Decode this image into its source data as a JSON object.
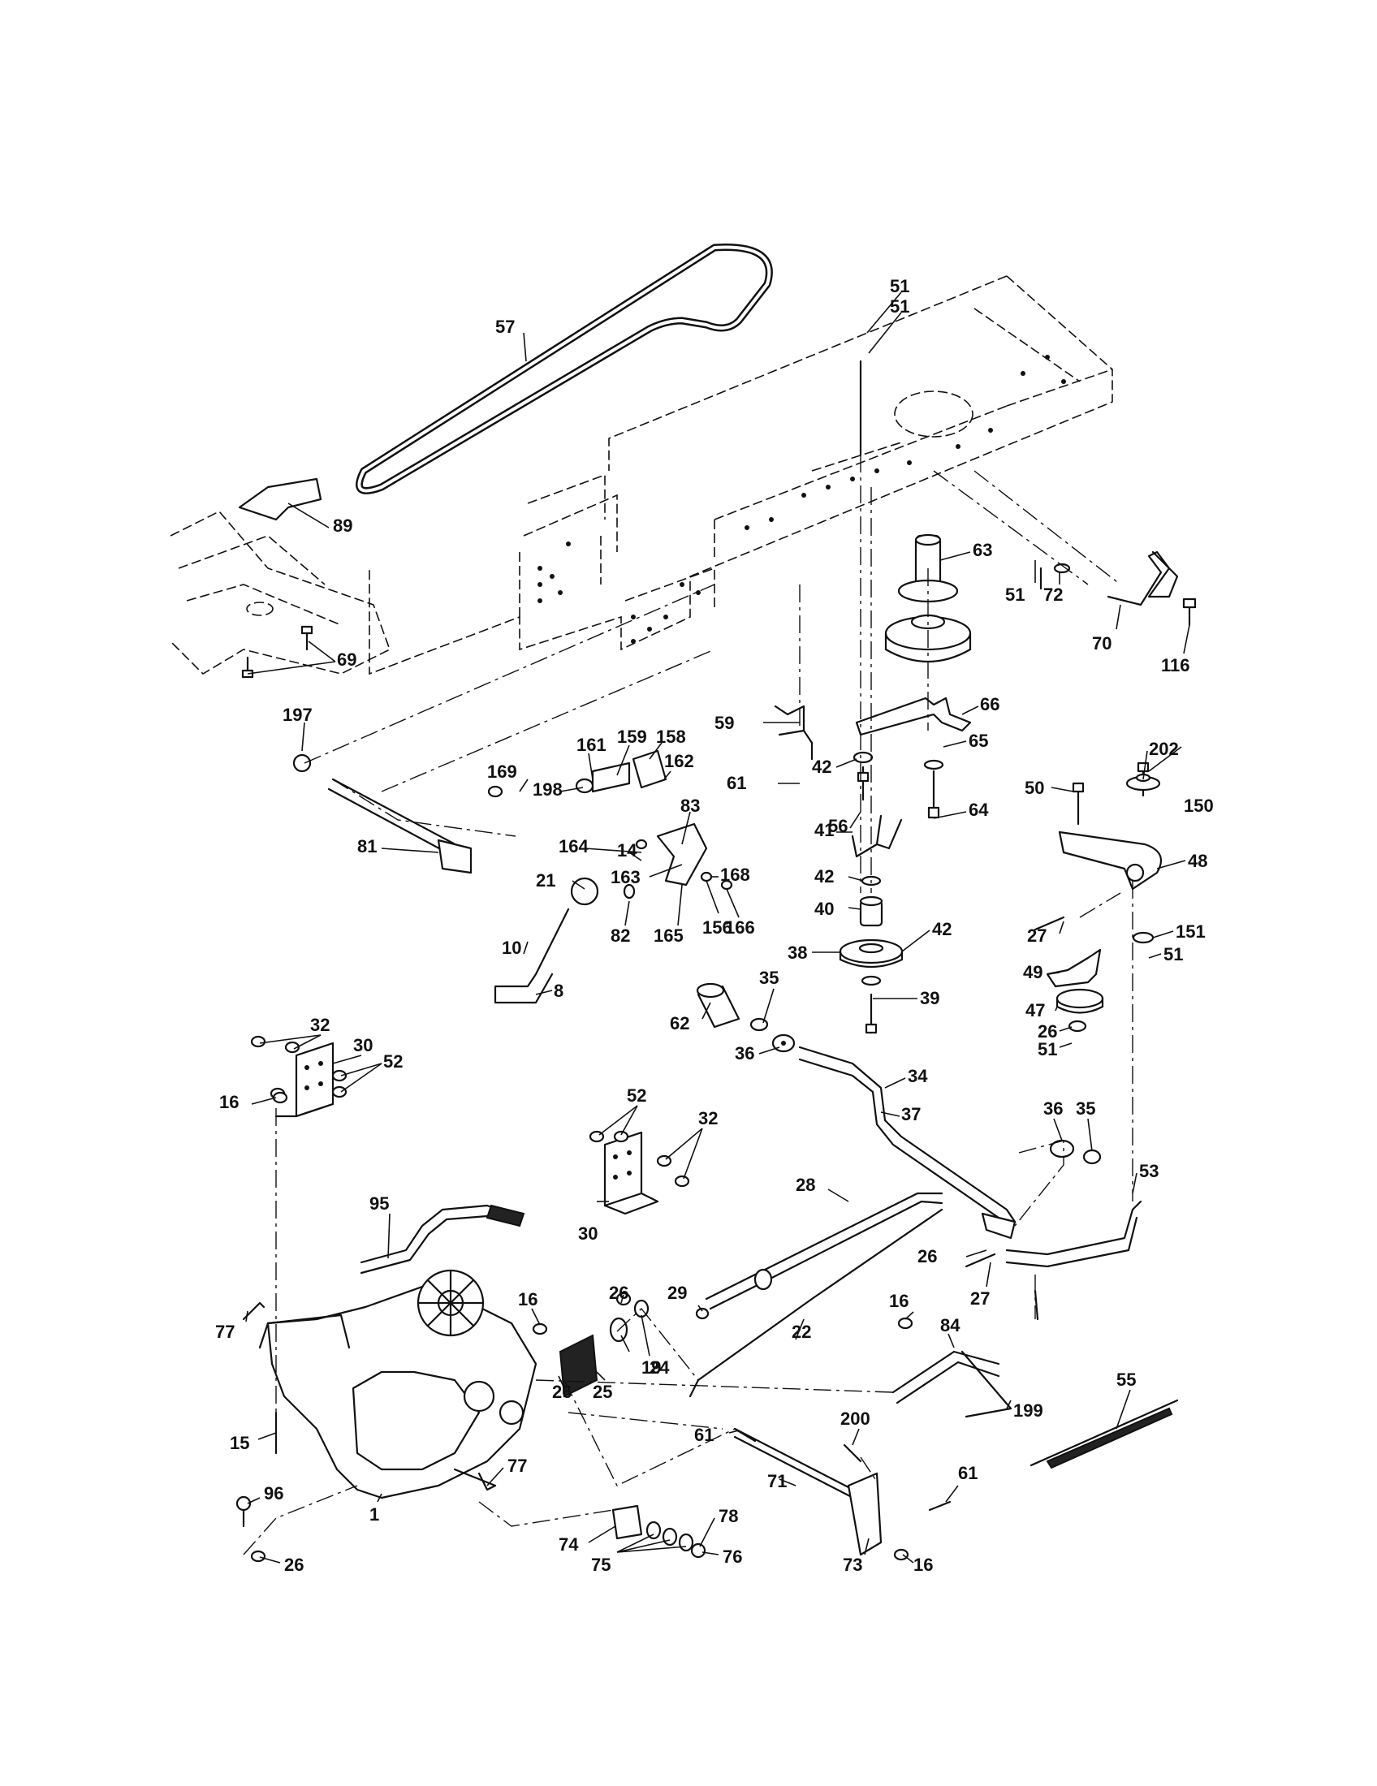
{
  "title": "",
  "labels": [
    {
      "id": "57",
      "text": "57"
    },
    {
      "id": "51a",
      "text": "51"
    },
    {
      "id": "51b",
      "text": "51"
    },
    {
      "id": "89",
      "text": "89"
    },
    {
      "id": "69",
      "text": "69"
    },
    {
      "id": "63",
      "text": "63"
    },
    {
      "id": "51c",
      "text": "51"
    },
    {
      "id": "72",
      "text": "72"
    },
    {
      "id": "70",
      "text": "70"
    },
    {
      "id": "116",
      "text": "116"
    },
    {
      "id": "197",
      "text": "197"
    },
    {
      "id": "161",
      "text": "161"
    },
    {
      "id": "159",
      "text": "159"
    },
    {
      "id": "158",
      "text": "158"
    },
    {
      "id": "162",
      "text": "162"
    },
    {
      "id": "169",
      "text": "169"
    },
    {
      "id": "198",
      "text": "198"
    },
    {
      "id": "59",
      "text": "59"
    },
    {
      "id": "66",
      "text": "66"
    },
    {
      "id": "61a",
      "text": "61"
    },
    {
      "id": "42a",
      "text": "42"
    },
    {
      "id": "65",
      "text": "65"
    },
    {
      "id": "56",
      "text": "56"
    },
    {
      "id": "64",
      "text": "64"
    },
    {
      "id": "202",
      "text": "202"
    },
    {
      "id": "50",
      "text": "50"
    },
    {
      "id": "150",
      "text": "150"
    },
    {
      "id": "81",
      "text": "81"
    },
    {
      "id": "164",
      "text": "164"
    },
    {
      "id": "14",
      "text": "14"
    },
    {
      "id": "83",
      "text": "83"
    },
    {
      "id": "41",
      "text": "41"
    },
    {
      "id": "42b",
      "text": "42"
    },
    {
      "id": "48",
      "text": "48"
    },
    {
      "id": "163",
      "text": "163"
    },
    {
      "id": "168",
      "text": "168"
    },
    {
      "id": "21",
      "text": "21"
    },
    {
      "id": "40",
      "text": "40"
    },
    {
      "id": "38",
      "text": "38"
    },
    {
      "id": "42c",
      "text": "42"
    },
    {
      "id": "27a",
      "text": "27"
    },
    {
      "id": "151",
      "text": "151"
    },
    {
      "id": "51d",
      "text": "51"
    },
    {
      "id": "82",
      "text": "82"
    },
    {
      "id": "165",
      "text": "165"
    },
    {
      "id": "156",
      "text": "156"
    },
    {
      "id": "166",
      "text": "166"
    },
    {
      "id": "10",
      "text": "10"
    },
    {
      "id": "8",
      "text": "8"
    },
    {
      "id": "39",
      "text": "39"
    },
    {
      "id": "49",
      "text": "49"
    },
    {
      "id": "47",
      "text": "47"
    },
    {
      "id": "26a",
      "text": "26"
    },
    {
      "id": "51e",
      "text": "51"
    },
    {
      "id": "35a",
      "text": "35"
    },
    {
      "id": "62",
      "text": "62"
    },
    {
      "id": "36a",
      "text": "36"
    },
    {
      "id": "34",
      "text": "34"
    },
    {
      "id": "37",
      "text": "37"
    },
    {
      "id": "32a",
      "text": "32"
    },
    {
      "id": "30a",
      "text": "30"
    },
    {
      "id": "52a",
      "text": "52"
    },
    {
      "id": "16a",
      "text": "16"
    },
    {
      "id": "52b",
      "text": "52"
    },
    {
      "id": "32b",
      "text": "32"
    },
    {
      "id": "36b",
      "text": "36"
    },
    {
      "id": "35b",
      "text": "35"
    },
    {
      "id": "53",
      "text": "53"
    },
    {
      "id": "95",
      "text": "95"
    },
    {
      "id": "30b",
      "text": "30"
    },
    {
      "id": "28",
      "text": "28"
    },
    {
      "id": "26b",
      "text": "26"
    },
    {
      "id": "27b",
      "text": "27"
    },
    {
      "id": "29",
      "text": "29"
    },
    {
      "id": "26c",
      "text": "26"
    },
    {
      "id": "16b",
      "text": "16"
    },
    {
      "id": "22",
      "text": "22"
    },
    {
      "id": "16c",
      "text": "16"
    },
    {
      "id": "84",
      "text": "84"
    },
    {
      "id": "77a",
      "text": "77"
    },
    {
      "id": "19",
      "text": "19"
    },
    {
      "id": "24",
      "text": "24"
    },
    {
      "id": "25",
      "text": "25"
    },
    {
      "id": "26d",
      "text": "26"
    },
    {
      "id": "55",
      "text": "55"
    },
    {
      "id": "199",
      "text": "199"
    },
    {
      "id": "15",
      "text": "15"
    },
    {
      "id": "200",
      "text": "200"
    },
    {
      "id": "61b",
      "text": "61"
    },
    {
      "id": "77b",
      "text": "77"
    },
    {
      "id": "71",
      "text": "71"
    },
    {
      "id": "61c",
      "text": "61"
    },
    {
      "id": "96",
      "text": "96"
    },
    {
      "id": "1",
      "text": "1"
    },
    {
      "id": "78",
      "text": "78"
    },
    {
      "id": "74",
      "text": "74"
    },
    {
      "id": "76",
      "text": "76"
    },
    {
      "id": "75",
      "text": "75"
    },
    {
      "id": "26e",
      "text": "26"
    },
    {
      "id": "73",
      "text": "73"
    },
    {
      "id": "16d",
      "text": "16"
    }
  ]
}
